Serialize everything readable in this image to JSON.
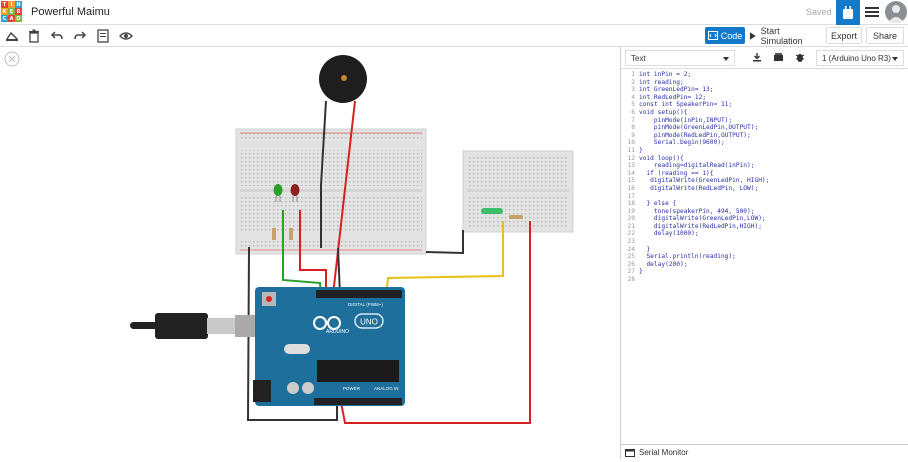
{
  "app": {
    "logo_letters": [
      "T",
      "I",
      "N",
      "K",
      "E",
      "R",
      "C",
      "A",
      "D"
    ],
    "project_name": "Powerful Maimu",
    "save_status": "Saved"
  },
  "toolbar": {
    "code_label": "Code",
    "start_simulation_label": "Start Simulation",
    "export_label": "Export",
    "share_label": "Share"
  },
  "code_panel": {
    "mode_select": "Text",
    "device_select": "1 (Arduino Uno R3)",
    "lines": [
      "int inPin = 2;",
      "int reading;",
      "int GreenLedPin= 13;",
      "int RedLedPin= 12;",
      "const int SpeakerPin= 11;",
      "void setup(){",
      "    pinMode(inPin,INPUT);",
      "    pinMode(GreenLedPin,OUTPUT);",
      "    pinMode(RedLedPin,OUTPUT);",
      "    Serial.begin(9600);",
      "}",
      "void loop(){",
      "    reading=digitalRead(inPin);",
      "  if (reading == 1){",
      "   digitalWrite(GreenLedPin, HIGH);",
      "   digitalWrite(RedLedPin, LOW);",
      "",
      "  } else {",
      "    tone(speakerPin, 494, 500);",
      "    digitalWrite(GreenLedPin,LOW);",
      "    digitalWrite(RedLedPin,HIGH);",
      "    delay(1000);",
      "",
      "  }",
      "  Serial.println(reading);",
      "  delay(200);",
      "}",
      ""
    ],
    "serial_monitor_label": "Serial Monitor"
  },
  "circuit": {
    "arduino_brand": "ARDUINO",
    "arduino_model": "UNO",
    "digital_label": "DIGITAL (PWM~)",
    "power_label": "POWER",
    "analog_label": "ANALOG IN"
  },
  "colors": {
    "accent": "#1479c9",
    "arduino_teal": "#1f6f9c",
    "wire_red": "#d82020",
    "wire_black": "#333333",
    "wire_green": "#2aa02a",
    "wire_yellow": "#e8c017"
  }
}
